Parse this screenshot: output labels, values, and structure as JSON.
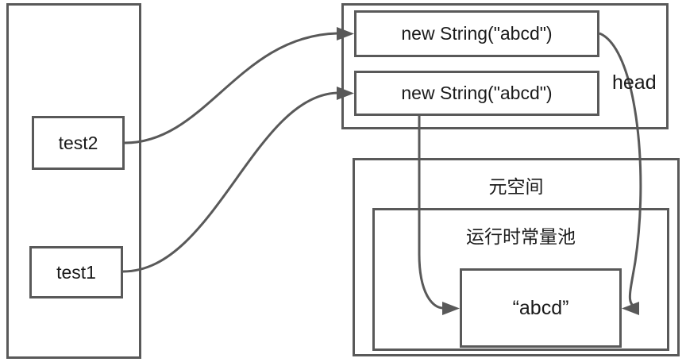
{
  "diagram": {
    "title": "JVM String object and runtime constant pool reference diagram",
    "accent_color": "#595959",
    "text_color": "#1a1a1a",
    "background": "#ffffff"
  },
  "stack": {
    "name": "stack-frame",
    "variables": [
      {
        "label": "test2"
      },
      {
        "label": "test1"
      }
    ]
  },
  "heap": {
    "name": "heap-region",
    "objects": [
      {
        "label": "new String(\"abcd\")"
      },
      {
        "label": "new String(\"abcd\")"
      }
    ],
    "pointer_label": "head"
  },
  "metaspace": {
    "label": "元空间",
    "constant_pool": {
      "label": "运行时常量池",
      "interned_string": "“abcd”"
    }
  },
  "arrows": [
    {
      "name": "test2-to-heap-object-1",
      "from": "test2",
      "to": "new String(\"abcd\") (first)"
    },
    {
      "name": "test1-to-heap-object-2",
      "from": "test1",
      "to": "new String(\"abcd\") (second)"
    },
    {
      "name": "heap-object-2-to-interned-string",
      "from": "new String(\"abcd\") (second)",
      "to": "“abcd”"
    },
    {
      "name": "head-to-interned-string",
      "from": "new String(\"abcd\") (first)",
      "to": "“abcd”",
      "label": "head"
    }
  ]
}
